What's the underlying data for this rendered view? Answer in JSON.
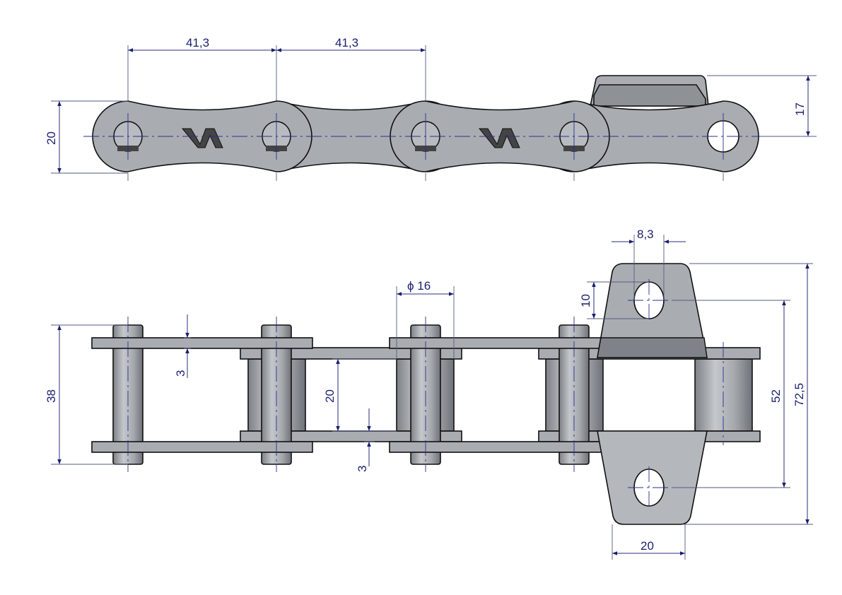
{
  "drawing": {
    "title": "Roller chain with attachment - technical drawing",
    "line_color": "#1a1f6e",
    "part_color": "#a9adb2",
    "top_view": {
      "pitch_1": "41,3",
      "pitch_2": "41,3",
      "plate_height": "20",
      "attachment_height": "17",
      "logo": "W"
    },
    "side_view": {
      "outer_width": "38",
      "plate_thickness_top": "3",
      "plate_thickness_bottom": "3",
      "inner_width": "20",
      "roller_diameter": "ϕ 16",
      "hole_width": "8,3",
      "hole_height": "10",
      "hole_spacing": "52",
      "attachment_total": "72,5",
      "attachment_width": "20"
    }
  }
}
